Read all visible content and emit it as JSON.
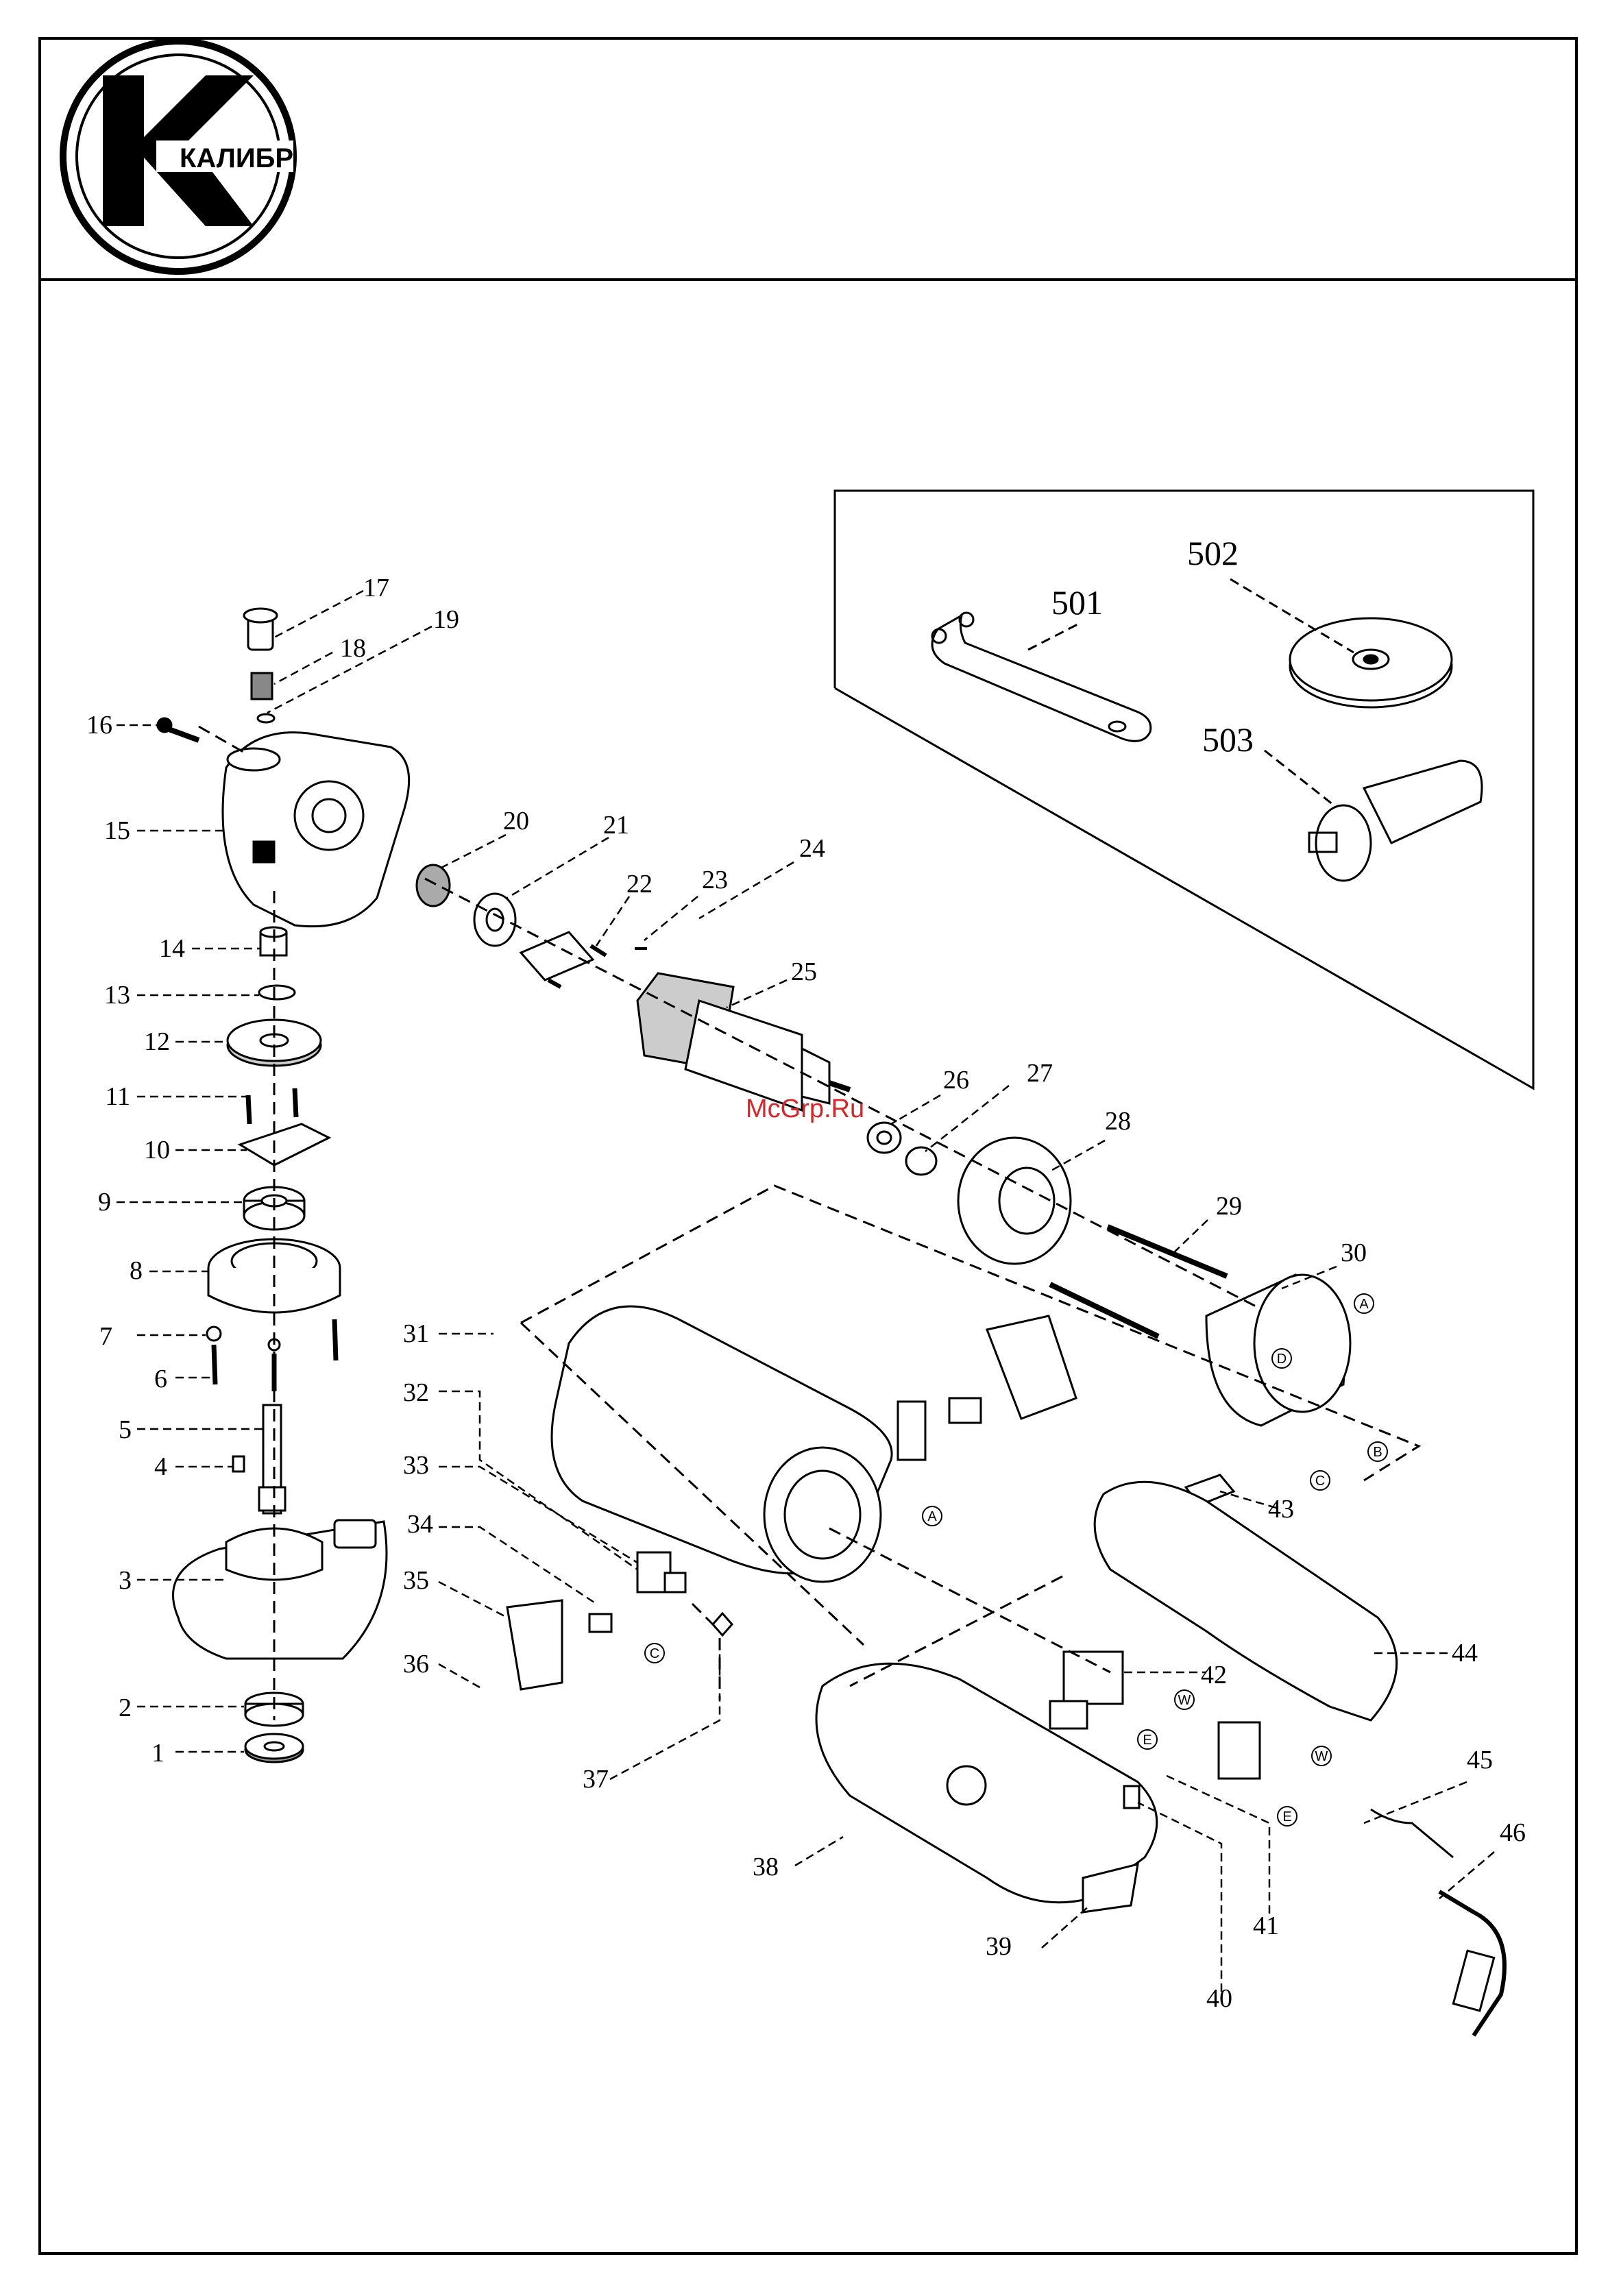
{
  "logo": {
    "brand": "КАЛИБР"
  },
  "watermark": "McGrp.Ru",
  "parts": [
    "1",
    "2",
    "3",
    "4",
    "5",
    "6",
    "7",
    "8",
    "9",
    "10",
    "11",
    "12",
    "13",
    "14",
    "15",
    "16",
    "17",
    "18",
    "19",
    "20",
    "21",
    "22",
    "23",
    "24",
    "25",
    "26",
    "27",
    "28",
    "29",
    "30",
    "31",
    "32",
    "33",
    "34",
    "35",
    "36",
    "37",
    "38",
    "39",
    "40",
    "41",
    "42",
    "43",
    "44",
    "45",
    "46"
  ],
  "accessories": [
    "501",
    "502",
    "503"
  ],
  "wire_markers": [
    "A",
    "B",
    "C",
    "D",
    "E",
    "W"
  ]
}
